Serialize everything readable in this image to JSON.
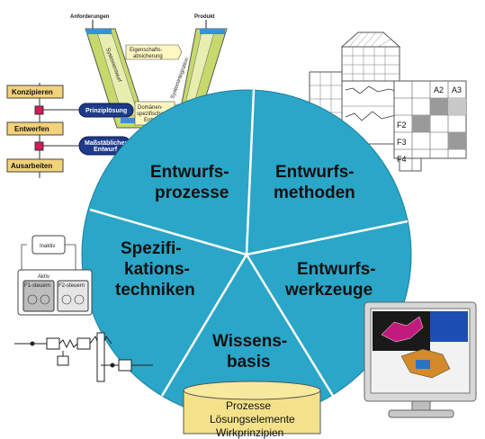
{
  "wheel": {
    "segments": [
      {
        "id": "prozesse",
        "lines": [
          "Entwurfs-",
          "prozesse"
        ]
      },
      {
        "id": "methoden",
        "lines": [
          "Entwurfs-",
          "methoden"
        ]
      },
      {
        "id": "werkzeuge",
        "lines": [
          "Entwurfs-",
          "werkzeuge"
        ]
      },
      {
        "id": "wissensbasis",
        "lines": [
          "Wissens-",
          "basis"
        ]
      },
      {
        "id": "spezifikation",
        "lines": [
          "Spezifi-",
          "kations-",
          "techniken"
        ]
      }
    ]
  },
  "database": {
    "lines": [
      "Prozesse",
      "Lösungselemente",
      "Wirkprinzipien"
    ]
  },
  "vmodel": {
    "left_title": "Anforderungen",
    "right_title": "Produkt",
    "left_arm": "Systementwurf",
    "right_arm": "Systemintegration",
    "top_box": [
      "Eigenschafts-",
      "absicherung"
    ],
    "bottom_box": [
      "Domänen-",
      "spezifischer",
      "Entwurf"
    ],
    "pill1": "Prinziplösung",
    "pill2": [
      "Maßstäblicher",
      "Entwurf"
    ]
  },
  "phases": [
    "Konzipieren",
    "Entwerfen",
    "Ausarbeiten"
  ],
  "matrix": {
    "col_headers": [
      "A2",
      "A3"
    ],
    "row_headers": [
      "F2",
      "F3",
      "F4"
    ]
  },
  "statechart": {
    "top": "Inaktiv",
    "container": "Aktiv",
    "left_state": "F1-steuern",
    "right_state": "F2-steuern"
  },
  "colors": {
    "wheel_fill": "#2aa6c8",
    "wheel_line": "#ffffff",
    "db_fill": "#f3e28a",
    "phase_fill": "#f2d27a",
    "pill_fill": "#1e3a8a",
    "v_arm": "#c7d96a",
    "v_blue": "#3b8fd4"
  }
}
